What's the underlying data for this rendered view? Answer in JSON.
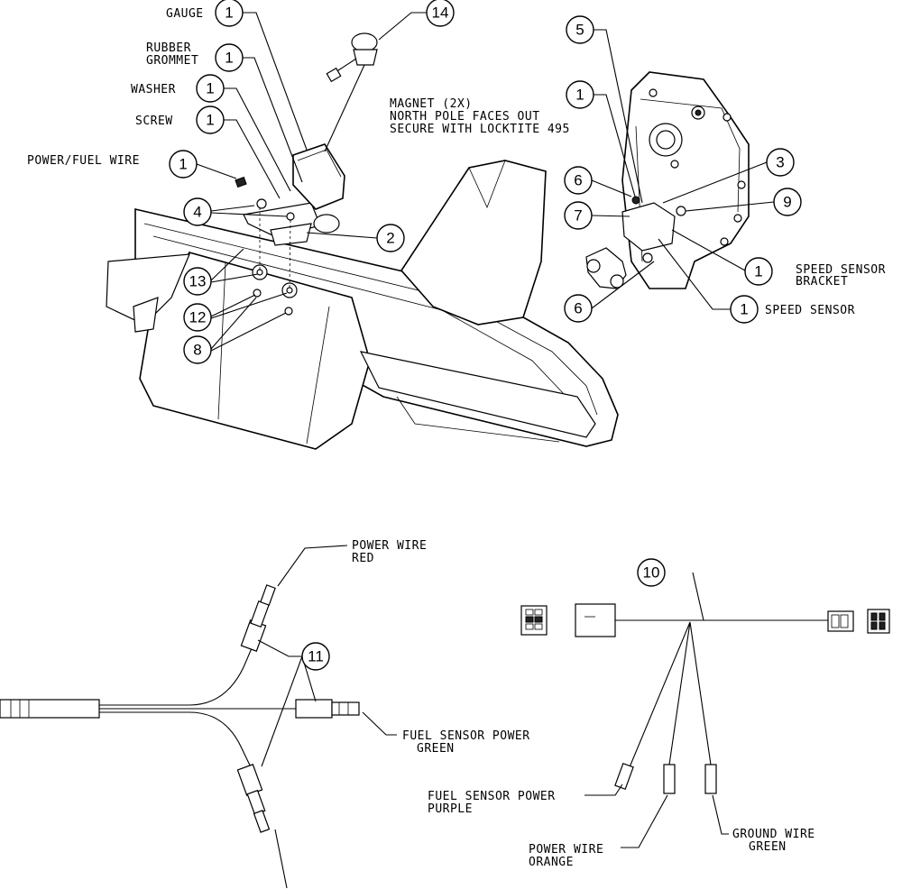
{
  "labels": {
    "gauge": "GAUGE",
    "rubber": "RUBBER",
    "grommet": "GROMMET",
    "washer": "WASHER",
    "screw": "SCREW",
    "power_fuel_wire": "POWER/FUEL WIRE",
    "magnet_1": "MAGNET (2X)",
    "magnet_2": "NORTH POLE FACES OUT",
    "magnet_3": "SECURE WITH LOCKTITE 495",
    "speed_sensor_bracket_1": "SPEED SENSOR",
    "speed_sensor_bracket_2": "BRACKET",
    "speed_sensor": "SPEED SENSOR",
    "power_wire_red_1": "POWER WIRE",
    "power_wire_red_2": "RED",
    "fuel_sensor_green_1": "FUEL SENSOR POWER",
    "fuel_sensor_green_2": "GREEN",
    "fuel_sensor_purple_1": "FUEL SENSOR POWER",
    "fuel_sensor_purple_2": "PURPLE",
    "power_wire_orange_1": "POWER WIRE",
    "power_wire_orange_2": "ORANGE",
    "ground_wire_1": "GROUND WIRE",
    "ground_wire_2": "GREEN"
  },
  "balloons": {
    "gauge": "1",
    "grommet": "1",
    "washer": "1",
    "screw": "1",
    "wire": "1",
    "b14": "14",
    "b4": "4",
    "b2": "2",
    "b13": "13",
    "b12": "12",
    "b8": "8",
    "b5": "5",
    "b1_magnet": "1",
    "b3": "3",
    "b6_top": "6",
    "b9": "9",
    "b7": "7",
    "b1_bracket": "1",
    "b6_bottom": "6",
    "b1_sensor": "1",
    "b10": "10",
    "b11": "11"
  }
}
